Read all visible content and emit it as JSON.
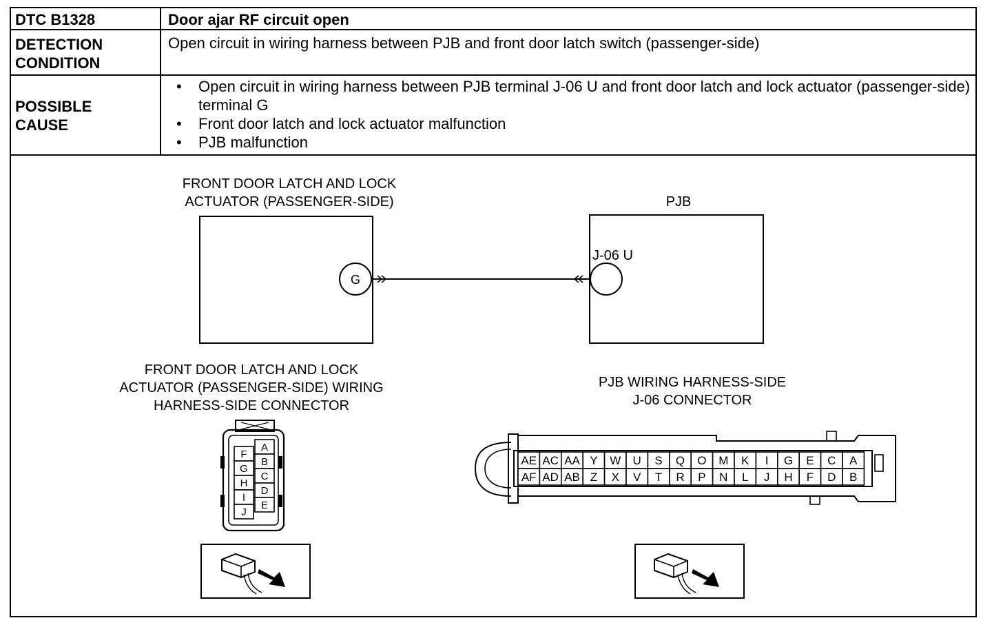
{
  "header": {
    "dtc_code": "DTC B1328",
    "dtc_title": "Door ajar RF circuit open",
    "detection_label_1": "DETECTION",
    "detection_label_2": "CONDITION",
    "detection_text": "Open circuit in wiring harness between PJB and front door latch switch (passenger-side)",
    "cause_label_1": "POSSIBLE",
    "cause_label_2": "CAUSE",
    "causes": [
      "Open circuit in wiring harness between PJB terminal J-06 U and front door latch and lock actuator (passenger-side) terminal G",
      "Front door latch and lock actuator malfunction",
      "PJB malfunction"
    ]
  },
  "diagram": {
    "actuator_label_1": "FRONT DOOR LATCH AND LOCK",
    "actuator_label_2": "ACTUATOR (PASSENGER-SIDE)",
    "actuator_terminal": "G",
    "pjb_label": "PJB",
    "pjb_terminal": "J-06 U",
    "actuator_connector_label_1": "FRONT DOOR LATCH AND LOCK",
    "actuator_connector_label_2": "ACTUATOR (PASSENGER-SIDE) WIRING",
    "actuator_connector_label_3": "HARNESS-SIDE CONNECTOR",
    "pjb_connector_label_1": "PJB WIRING HARNESS-SIDE",
    "pjb_connector_label_2": "J-06 CONNECTOR",
    "actuator_connector_left_pins": [
      "F",
      "G",
      "H",
      "I",
      "J"
    ],
    "actuator_connector_right_pins": [
      "A",
      "B",
      "C",
      "D",
      "E"
    ],
    "pjb_connector_top_row": [
      "AE",
      "AC",
      "AA",
      "Y",
      "W",
      "U",
      "S",
      "Q",
      "O",
      "M",
      "K",
      "I",
      "G",
      "E",
      "C",
      "A"
    ],
    "pjb_connector_bottom_row": [
      "AF",
      "AD",
      "AB",
      "Z",
      "X",
      "V",
      "T",
      "R",
      "P",
      "N",
      "L",
      "J",
      "H",
      "F",
      "D",
      "B"
    ],
    "connector_view_icon": "harness-side-view-arrow-icon"
  }
}
